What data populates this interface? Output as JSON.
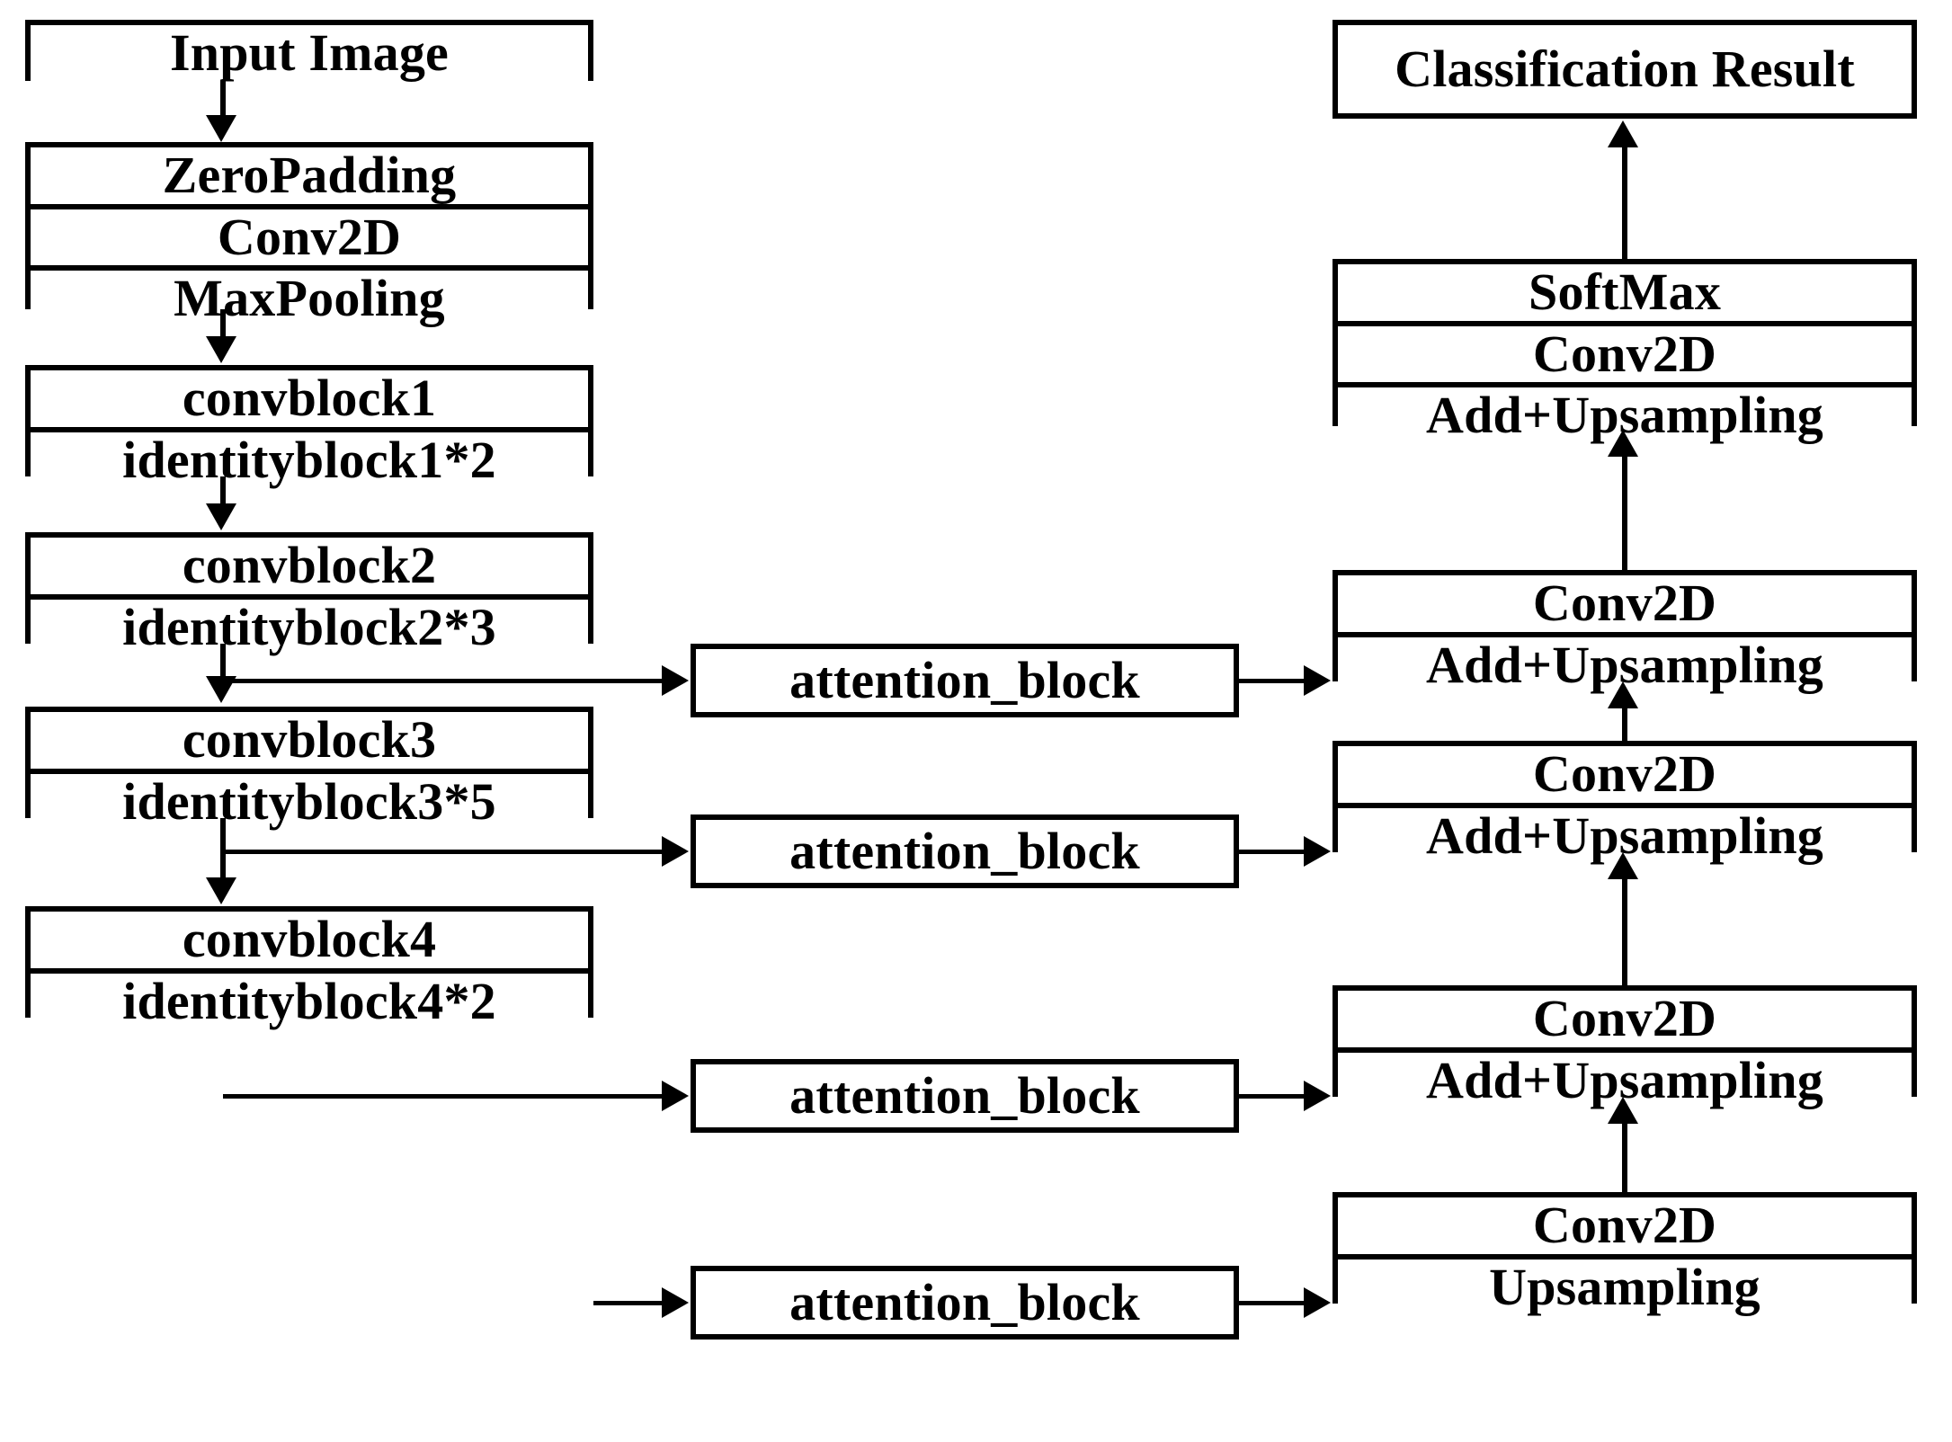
{
  "diagram": {
    "title": "ResNet-FPN with Attention Blocks Classification Architecture",
    "background_color": "#ffffff",
    "line_color": "#000000",
    "backbone": {
      "groups": [
        {
          "name": "input-image",
          "rows": [
            "Input Image"
          ]
        },
        {
          "name": "stem",
          "rows": [
            "ZeroPadding",
            "Conv2D",
            "MaxPooling"
          ]
        },
        {
          "name": "stage1",
          "rows": [
            "convblock1",
            "identityblock1*2"
          ]
        },
        {
          "name": "stage2",
          "rows": [
            "convblock2",
            "identityblock2*3"
          ]
        },
        {
          "name": "stage3",
          "rows": [
            "convblock3",
            "identityblock3*5"
          ]
        },
        {
          "name": "stage4",
          "rows": [
            "convblock4",
            "identityblock4*2"
          ]
        }
      ]
    },
    "attention": {
      "label": "attention_block",
      "count": 4
    },
    "decoder": {
      "groups": [
        {
          "name": "classification-result",
          "rows": [
            "Classification Result"
          ]
        },
        {
          "name": "head",
          "rows": [
            "SoftMax",
            "Conv2D",
            "Add+Upsampling"
          ]
        },
        {
          "name": "fpn3",
          "rows": [
            "Conv2D",
            "Add+Upsampling"
          ]
        },
        {
          "name": "fpn2",
          "rows": [
            "Conv2D",
            "Add+Upsampling"
          ]
        },
        {
          "name": "fpn1",
          "rows": [
            "Conv2D",
            "Add+Upsampling"
          ]
        },
        {
          "name": "fpn0",
          "rows": [
            "Conv2D",
            "Upsampling"
          ]
        }
      ]
    }
  }
}
